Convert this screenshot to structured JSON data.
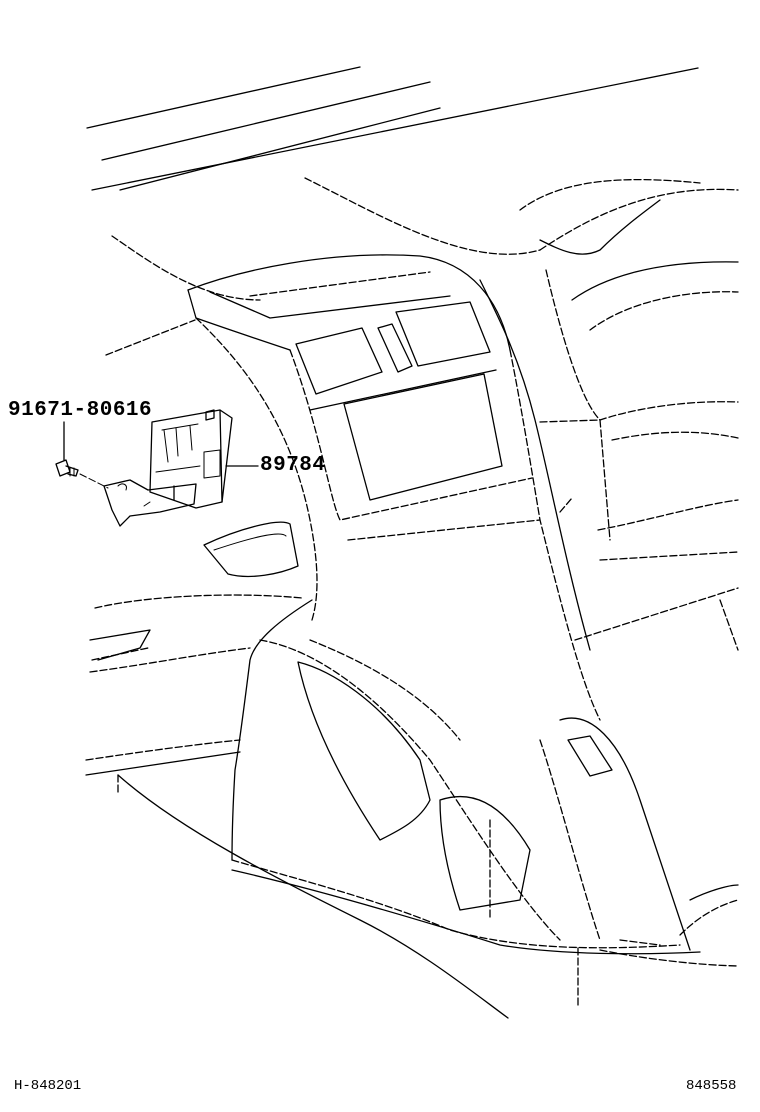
{
  "callouts": {
    "bolt_part_number": "91671-80616",
    "module_part_number": "89784"
  },
  "footer": {
    "left_code": "H-848201",
    "right_code": "848558"
  }
}
